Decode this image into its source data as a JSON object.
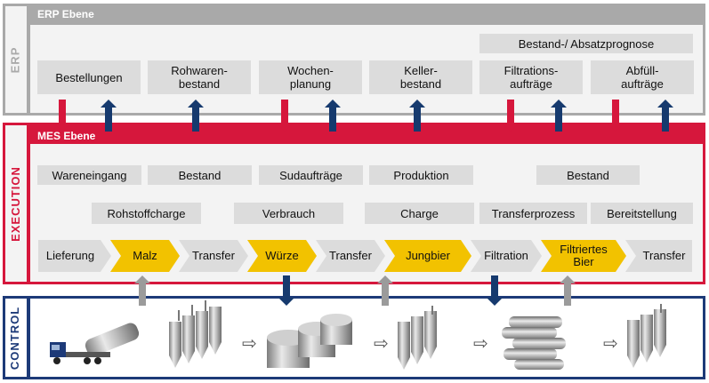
{
  "colors": {
    "erp": "#a9a9a9",
    "execution": "#d6173c",
    "control": "#1d3a78",
    "yellow": "#f2c200",
    "gray_box": "#dcdcdc",
    "arrow_blue": "#163a6e",
    "arrow_gray": "#9b9b9b"
  },
  "erp": {
    "side_label": "ERP",
    "title": "ERP Ebene",
    "prognose": "Bestand-/ Absatzprognose",
    "boxes": [
      "Bestellungen",
      "Rohwaren-\nbestand",
      "Wochen-\nplanung",
      "Keller-\nbestand",
      "Filtrations-\naufträge",
      "Abfüll-\naufträge"
    ]
  },
  "mes": {
    "side_label": "EXECUTION",
    "title": "MES Ebene",
    "row1": [
      "Wareneingang",
      "Bestand",
      "Sudaufträge",
      "Produktion",
      "Bestand"
    ],
    "row2": [
      "Rohstoffcharge",
      "Verbrauch",
      "Charge",
      "Transferprozess",
      "Bereitstellung"
    ],
    "flow": [
      "Lieferung",
      "Malz",
      "Transfer",
      "Würze",
      "Transfer",
      "Jungbier",
      "Filtration",
      "Filtriertes\nBier",
      "Transfer"
    ]
  },
  "control": {
    "side_label": "CONTROL",
    "icons": [
      "truck-icon",
      "silo-group-icon",
      "arrow-right-icon",
      "tank-group-icon",
      "arrow-right-icon",
      "fermenter-group-icon",
      "arrow-right-icon",
      "horizontal-tanks-icon",
      "arrow-right-icon",
      "bottling-tanks-icon"
    ],
    "arrow_glyph": "⇨"
  }
}
